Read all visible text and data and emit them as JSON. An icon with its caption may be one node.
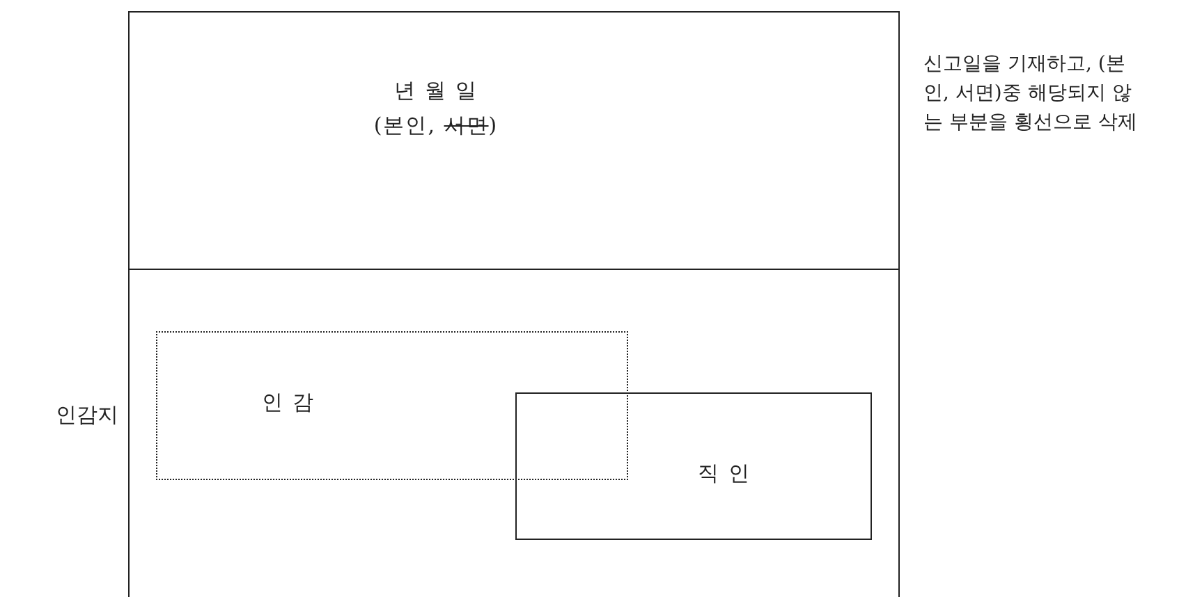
{
  "diagram": {
    "nodes": [
      {
        "text": [
          "년 월 일",
          "(본인, 서면)"
        ],
        "beside": [
          "신고일을 기재하고, (본인, 서면)중 해당되지 않는 부분을 횡선으로 삭제"
        ]
      },
      {
        "text": [],
        "shape": "box",
        "beside": [
          "인감지"
        ]
      },
      {
        "text": [
          "인 감"
        ],
        "in": 1
      },
      {
        "text": [
          "직 인"
        ],
        "in": 1
      }
    ],
    "edges": []
  }
}
